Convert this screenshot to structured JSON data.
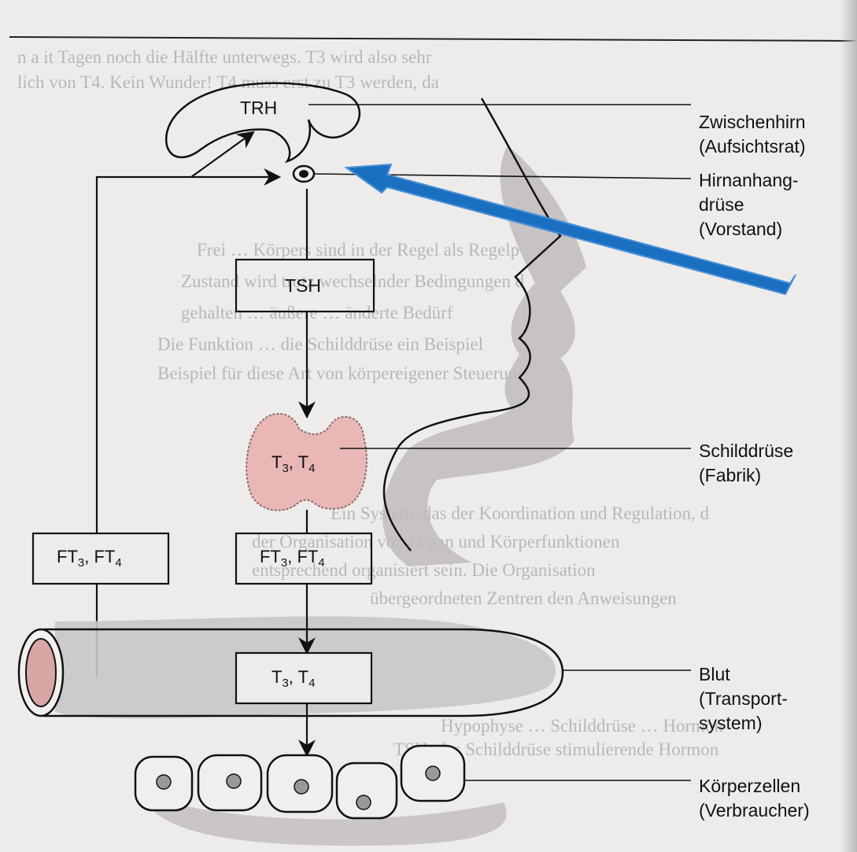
{
  "diagram": {
    "hormones": {
      "trh": "TRH",
      "tsh": "TSH",
      "thyroid_content": {
        "main": "T",
        "sub1": "3",
        "sep": ", T",
        "sub2": "4"
      },
      "ft_left": {
        "main": "FT",
        "sub1": "3",
        "sep": ", FT",
        "sub2": "4"
      },
      "ft_center": {
        "main": "FT",
        "sub1": "3",
        "sep": ", FT",
        "sub2": "4"
      },
      "t_blood": {
        "main": "T",
        "sub1": "3",
        "sep": ", T",
        "sub2": "4"
      }
    },
    "labels": {
      "zwischenhirn": [
        "Zwischenhirn",
        "(Aufsichtsrat)"
      ],
      "hirnanhang": [
        "Hirnanhang-",
        "drüse",
        "(Vorstand)"
      ],
      "schilddruese": [
        "Schilddrüse",
        "(Fabrik)"
      ],
      "blut": [
        "Blut",
        "(Transport-",
        "system)"
      ],
      "koerperzellen": [
        "Körperzellen",
        "(Verbraucher)"
      ]
    },
    "colors": {
      "highlight_arrow": "#1a6fc0",
      "thyroid": "#e9b8b6",
      "vessel_lumen": "#d9a6a6",
      "line": "#111111"
    }
  },
  "background_text": {
    "lines": [
      "n a it Tagen noch die Hälfte unterwegs. T3 wird also sehr",
      "lich von T4. Kein Wunder! T4 muss erst zu T3 werden, da",
      "Frei … Körpers sind in der Regel als Regelp",
      "Zustand wird trotz wechselnder Bedingungen d",
      "gehalten … äußere … änderte Bedürf",
      "Die Funktion … die Schilddrüse ein Beispiel",
      "Beispiel für diese Art von körpereigener Steuerung",
      "Ein System, das der Koordination und Regulation, d",
      "der Organisation von Organ und Körperfunktionen",
      "entsprechend organisiert sein. Die Organisation",
      "übergeordneten Zentren den Anweisungen",
      "Hypophyse … Schilddrüse … Hormon",
      "TSH, das Schilddrüse stimulierende Hormon"
    ]
  }
}
